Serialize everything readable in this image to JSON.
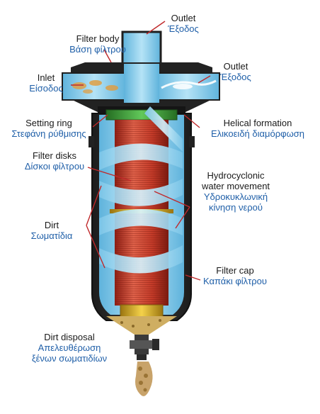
{
  "labels": {
    "outlet_top": {
      "en": "Outlet",
      "gr": "Έξοδος"
    },
    "outlet_right": {
      "en": "Outlet",
      "gr": "Έξοδος"
    },
    "filter_body": {
      "en": "Filter body",
      "gr": "Βάση φίλτρου"
    },
    "inlet": {
      "en": "Inlet",
      "gr": "Είσοδος"
    },
    "setting_ring": {
      "en": "Setting ring",
      "gr": "Στεφάνη ρύθμισης"
    },
    "helical": {
      "en": "Helical formation",
      "gr": "Ελικοειδή διαμόρφωση"
    },
    "filter_disks": {
      "en": "Filter disks",
      "gr": "Δίσκοι φίλτρου"
    },
    "hydrocyclonic": {
      "en1": "Hydrocyclonic",
      "en2": "water movement",
      "gr1": "Υδροκυκλωνική",
      "gr2": "κίνηση νερού"
    },
    "dirt": {
      "en": "Dirt",
      "gr": "Σωματίδια"
    },
    "filter_cap": {
      "en": "Filter cap",
      "gr": "Καπάκι φίλτρου"
    },
    "dirt_disposal": {
      "en": "Dirt disposal",
      "gr1": "Απελευθέρωση",
      "gr2": "ξένων σωματιδίων"
    }
  },
  "colors": {
    "body_dark": "#2b2b2b",
    "water": "#8fd0ee",
    "disk_red": "#cc3a2a",
    "ring_green": "#3fa43a",
    "gold": "#e0b21e",
    "dirt": "#c8a36a",
    "label_blue": "#1f5fa8",
    "leader_red": "#c0282a"
  }
}
